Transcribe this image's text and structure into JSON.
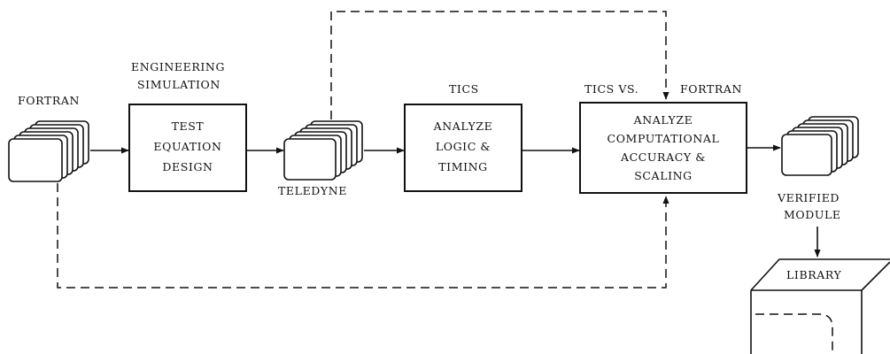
{
  "labels": {
    "fortran": "FORTRAN",
    "engineering_simulation_line1": "ENGINEERING",
    "engineering_simulation_line2": "SIMULATION",
    "teledyne": "TELEDYNE",
    "tics": "TICS",
    "tics_vs_fortran_left": "TICS VS.",
    "tics_vs_fortran_right": "FORTRAN",
    "verified_line1": "VERIFIED",
    "verified_line2": "MODULE",
    "library": "LIBRARY"
  },
  "boxes": {
    "test_equation_design": [
      "TEST",
      "EQUATION",
      "DESIGN"
    ],
    "analyze_logic_timing": [
      "ANALYZE",
      "LOGIC &",
      "TIMING"
    ],
    "analyze_computational": [
      "ANALYZE",
      "COMPUTATIONAL",
      "ACCURACY &",
      "SCALING"
    ]
  }
}
